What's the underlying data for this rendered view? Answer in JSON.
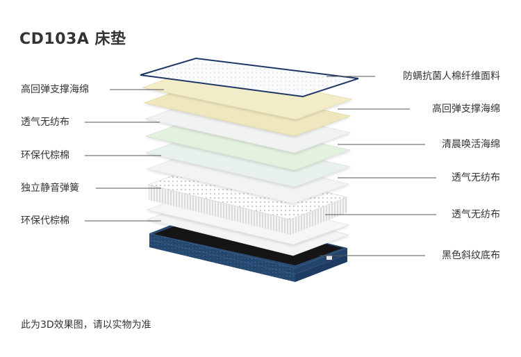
{
  "page": {
    "title": "CD103A 床垫",
    "footnote": "此为3D效果图，请以实物为准"
  },
  "layers_left": [
    {
      "label": "高回弹支撑海绵"
    },
    {
      "label": "透气无纺布"
    },
    {
      "label": "环保代棕棉"
    },
    {
      "label": "独立静音弹簧"
    },
    {
      "label": "环保代棕棉"
    }
  ],
  "layers_right": [
    {
      "label": "防螨抗菌人棉纤维面料"
    },
    {
      "label": "高回弹支撑海绵"
    },
    {
      "label": "清晨唤活海绵"
    },
    {
      "label": "透气无纺布"
    },
    {
      "label": "透气无纺布"
    },
    {
      "label": "黑色斜纹底布"
    }
  ],
  "colors": {
    "fabric_top": "#f7f8fb",
    "fabric_border": "#1f3766",
    "foam_cream": "#f1ecc6",
    "nonwoven": "#f2f3f3",
    "fresh_foam": "#e4f3e2",
    "base_black": "#151515",
    "base_blue": "#2a4a73",
    "leader_line": "#555555"
  }
}
